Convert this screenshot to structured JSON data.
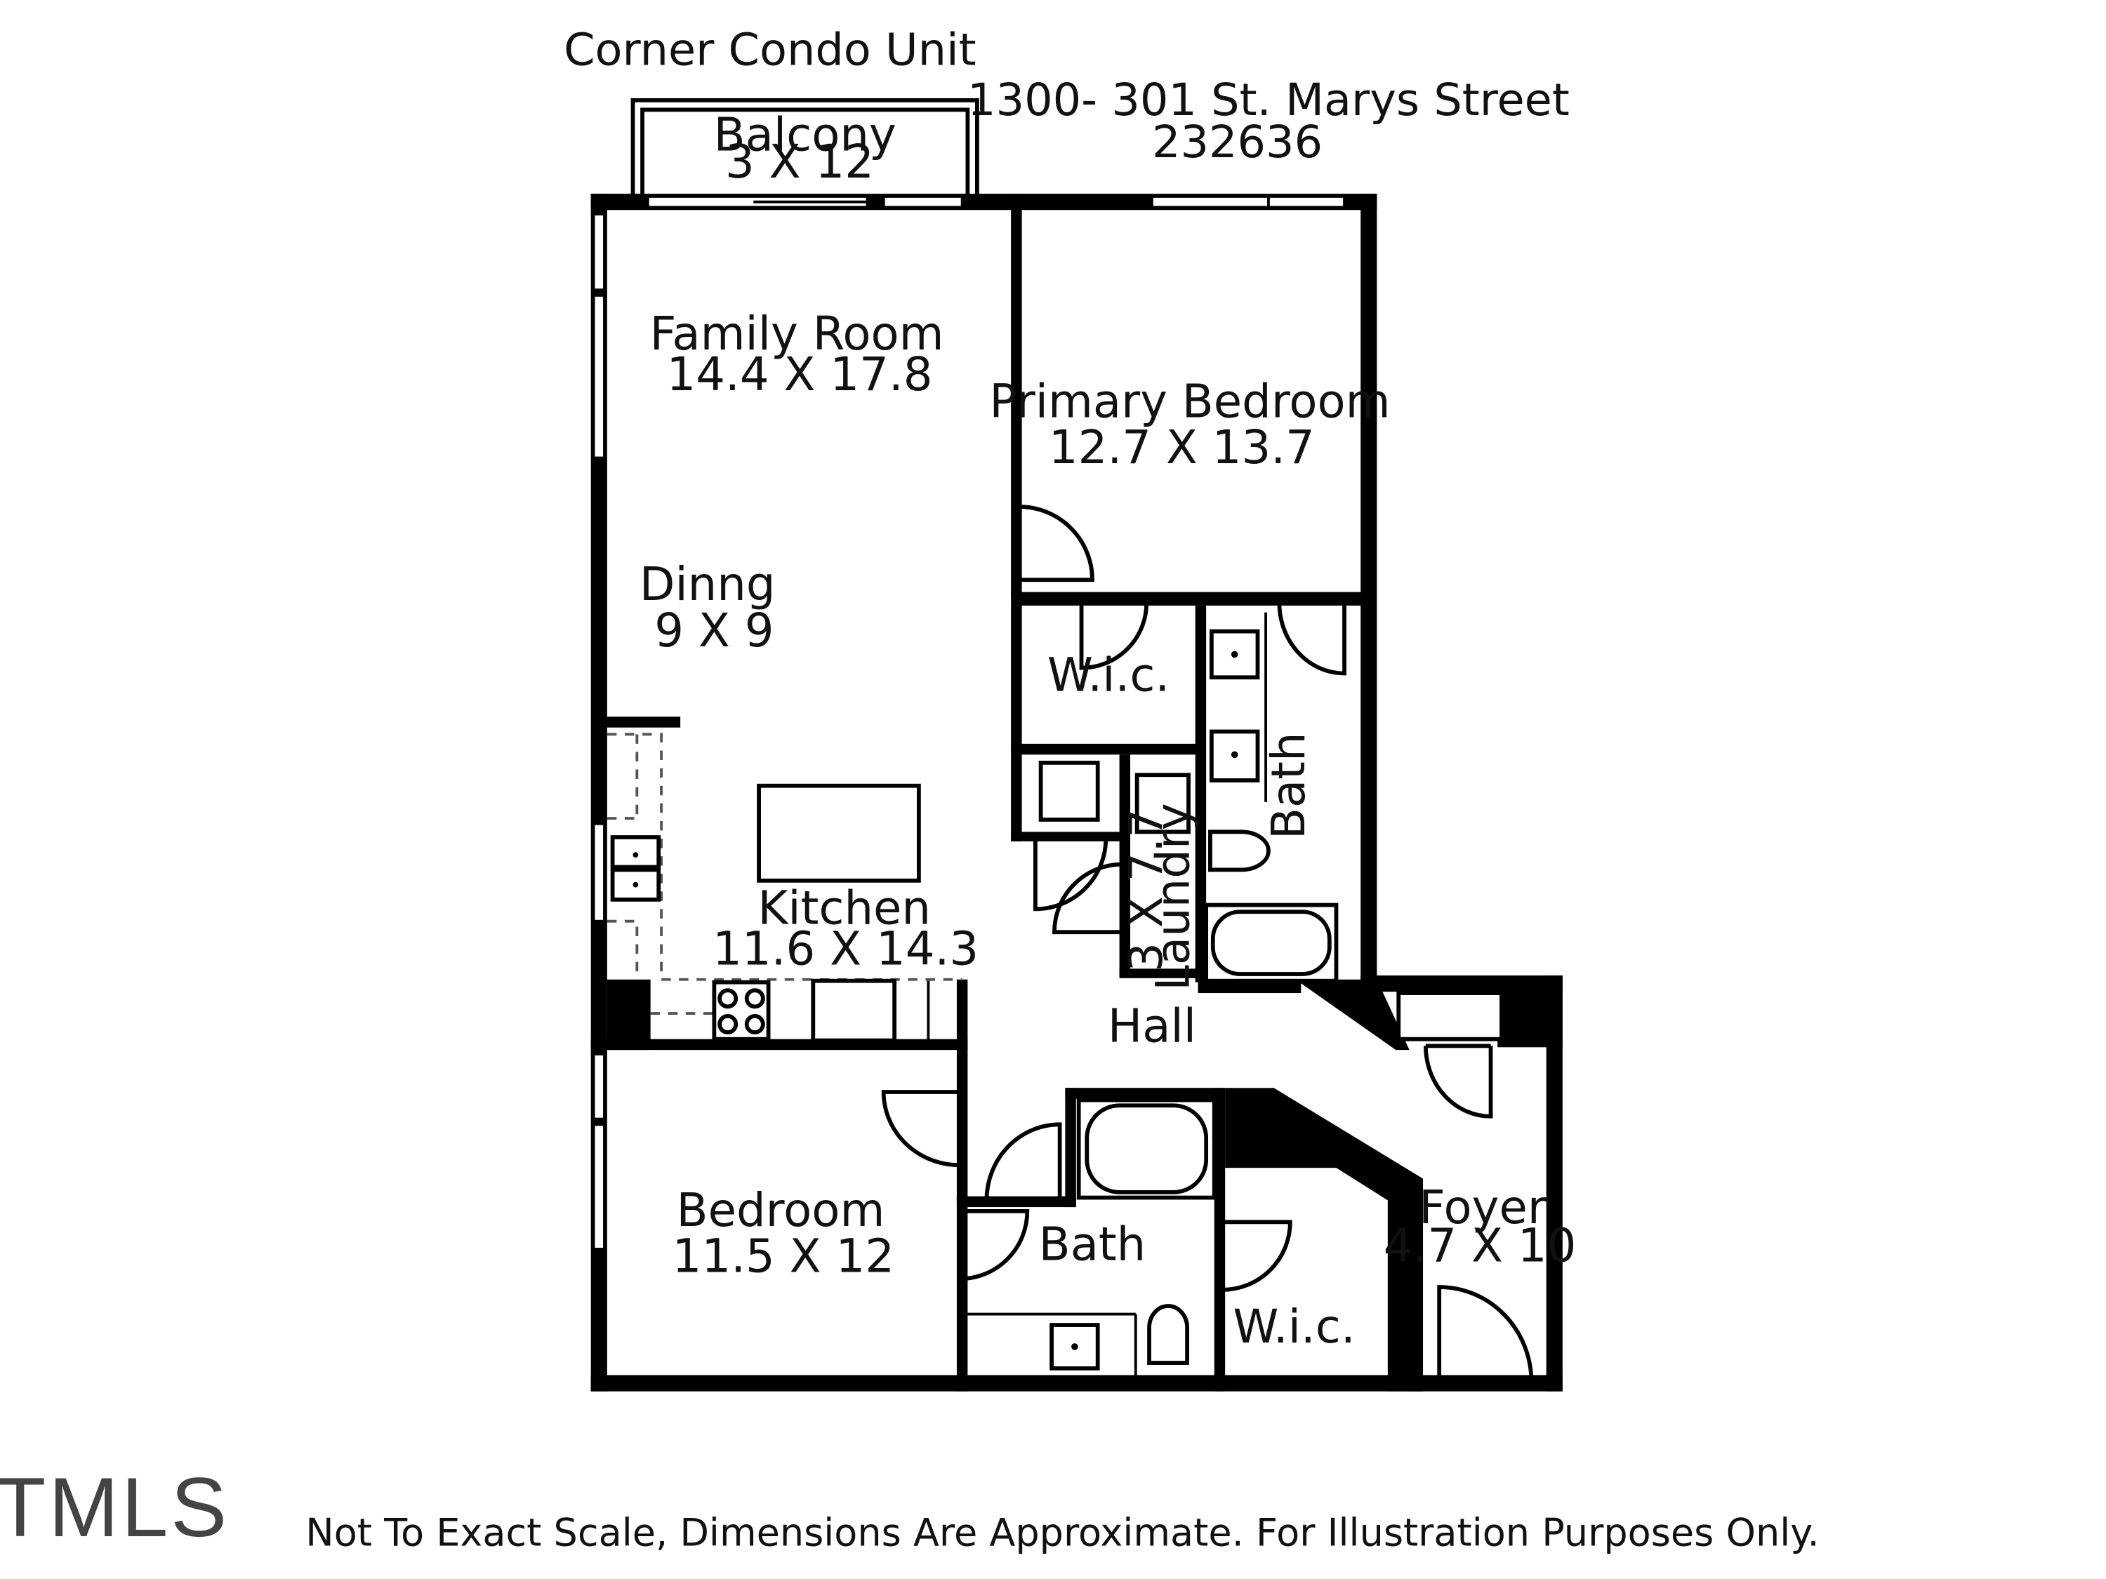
{
  "header": {
    "title": "Corner Condo Unit",
    "address": "1300- 301 St. Marys Street",
    "listing_id": "232636"
  },
  "rooms": [
    {
      "id": "balcony",
      "name": "Balcony",
      "dims": "3 X 12"
    },
    {
      "id": "family_room",
      "name": "Family Room",
      "dims": "14.4 X 17.8"
    },
    {
      "id": "primary_bedroom",
      "name": "Primary Bedroom",
      "dims": "12.7 X 13.7"
    },
    {
      "id": "dining",
      "name": "Dinng",
      "dims": "9 X 9"
    },
    {
      "id": "wic_primary",
      "name": "W.i.c."
    },
    {
      "id": "bath_primary",
      "name": "Bath"
    },
    {
      "id": "laundry",
      "name": "Laundry",
      "dims": "3 X 7.7"
    },
    {
      "id": "kitchen",
      "name": "Kitchen",
      "dims": "11.6 X 14.3"
    },
    {
      "id": "hall",
      "name": "Hall"
    },
    {
      "id": "bedroom",
      "name": "Bedroom",
      "dims": "11.5 X 12"
    },
    {
      "id": "bath_second",
      "name": "Bath"
    },
    {
      "id": "wic_second",
      "name": "W.i.c."
    },
    {
      "id": "foyer",
      "name": "Foyer",
      "dims": "4.7 X 10"
    }
  ],
  "footer": {
    "disclaimer": "Not To Exact Scale, Dimensions Are Approximate. For Illustration Purposes Only."
  },
  "watermark": "TMLS"
}
